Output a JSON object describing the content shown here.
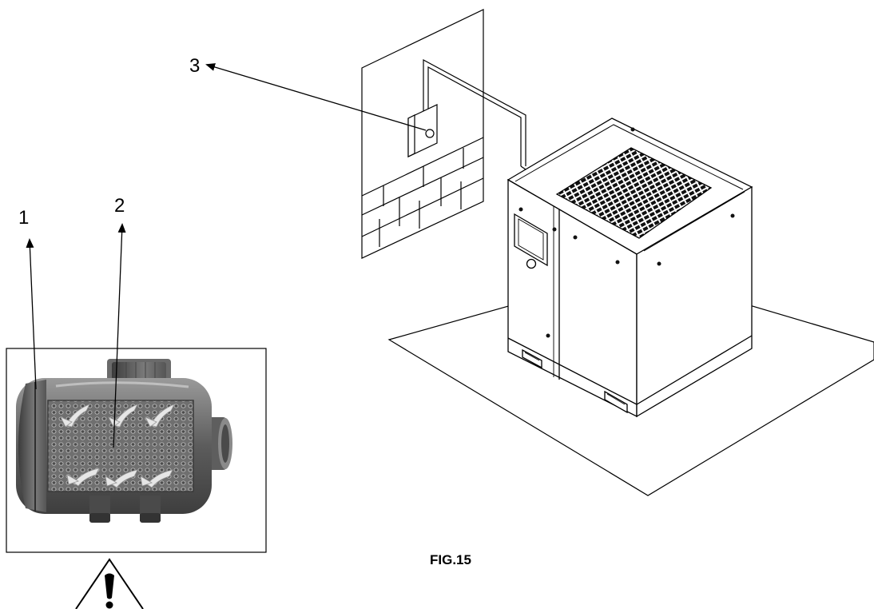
{
  "figure": {
    "caption": "FIG.15",
    "callouts": [
      {
        "id": "1",
        "label": "1"
      },
      {
        "id": "2",
        "label": "2"
      },
      {
        "id": "3",
        "label": "3"
      }
    ]
  },
  "colors": {
    "line": "#000000",
    "filter_body": "#5a5a5a",
    "filter_mesh": "#8a8a8a",
    "floor_plate": "#ffffff"
  },
  "icons": [
    "warning-triangle-icon",
    "air-filter-illustration",
    "compressor-unit-illustration",
    "wall-switch-box-illustration"
  ]
}
